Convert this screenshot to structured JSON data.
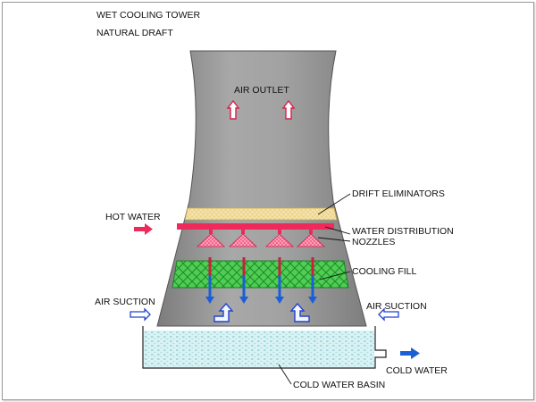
{
  "title_line1": "WET COOLING TOWER",
  "title_line2": "NATURAL DRAFT",
  "labels": {
    "air_outlet": "AIR OUTLET",
    "drift_eliminators": "DRIFT ELIMINATORS",
    "hot_water": "HOT WATER",
    "water_distribution": "WATER DISTRIBUTION",
    "nozzles": "NOZZLES",
    "cooling_fill": "COOLING FILL",
    "air_suction_left": "AIR SUCTION",
    "air_suction_right": "AIR SUCTION",
    "cold_water": "COLD WATER",
    "cold_water_basin": "COLD WATER BASIN"
  },
  "colors": {
    "tower_shell": "#9e9e9e",
    "drift_eliminators": "#e8cf7e",
    "distribution_pipe": "#ee2a5a",
    "nozzle": "#f05a80",
    "cooling_fill": "#34c23c",
    "hot_water_arrow": "#ee2a5a",
    "cold_water_arrow": "#1a5fd6",
    "air_arrow": "#2244cc",
    "basin_water": "#d6f1f3"
  },
  "icons": {
    "hot_water": "right-arrow-icon",
    "air_outlet": "hollow-up-arrow-icon",
    "air_suction": "hollow-arrow-icon",
    "air_flow_in": "curved-up-arrow-icon",
    "cold_water": "right-arrow-icon"
  }
}
